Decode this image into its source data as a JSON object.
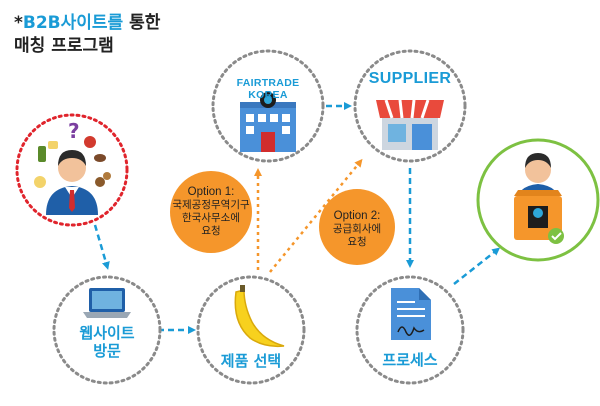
{
  "title": {
    "prefix": "*",
    "highlight": "B2B사이트를",
    "rest_line1": " 통한",
    "line2": "매칭 프로그램"
  },
  "nodes": {
    "fairtrade_korea": {
      "label": "FAIRTRADE KOREA"
    },
    "supplier": {
      "label": "SUPPLIER"
    },
    "website": {
      "label_line1": "웹사이트",
      "label_line2": "방문"
    },
    "product": {
      "label": "제품 선택"
    },
    "process": {
      "label": "프로세스"
    }
  },
  "options": {
    "option1": {
      "title": "Option 1:",
      "line1": "국제공정무역기구",
      "line2": "한국사무소에",
      "line3": "요청"
    },
    "option2": {
      "title": "Option 2:",
      "line1": "공급회사에",
      "line2": "요청"
    }
  },
  "colors": {
    "accent": "#1a9bd6",
    "option_fill": "#f5962b",
    "buyer_ring": "#e0242c",
    "result_ring": "#7dc142",
    "node_ring": "#8a8a8a"
  }
}
